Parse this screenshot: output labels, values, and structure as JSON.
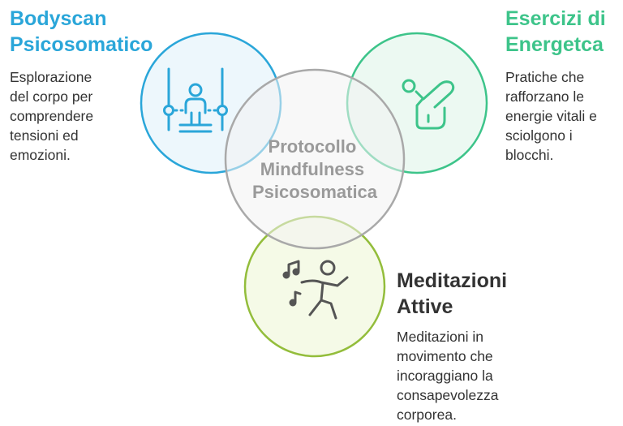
{
  "center": {
    "label_lines": [
      "Protocollo",
      "Mindfulness",
      "Psicosomatica"
    ]
  },
  "nodes": {
    "bodyscan": {
      "title": "Bodyscan\nPsicosomatico",
      "description": "Esplorazione\ndel corpo per\ncomprendere\ntensioni ed\nemozioni.",
      "icon": "balance-person-icon"
    },
    "energetica": {
      "title": "Esercizi di\nEnergetca",
      "description": "Pratiche che\nrafforzano le\nenergie vitali e\nsciolgono i\nblocchi.",
      "icon": "stretching-person-icon"
    },
    "meditazioni": {
      "title": "Meditazioni\nAttive",
      "description": "Meditazioni in\nmovimento che\nincoraggiano la\nconsapevolezza\ncorporea.",
      "icon": "dancing-person-icon"
    }
  },
  "colors": {
    "blue": "#2aa6d9",
    "blue_fill": "#e7f4fb",
    "green": "#3dc48a",
    "green_fill": "#e6f7ee",
    "lime": "#93bd3b",
    "lime_fill": "#f1f8df",
    "gray": "#a9a9a9",
    "gray_fill": "#f2f2f2",
    "title_dark": "#333333"
  }
}
